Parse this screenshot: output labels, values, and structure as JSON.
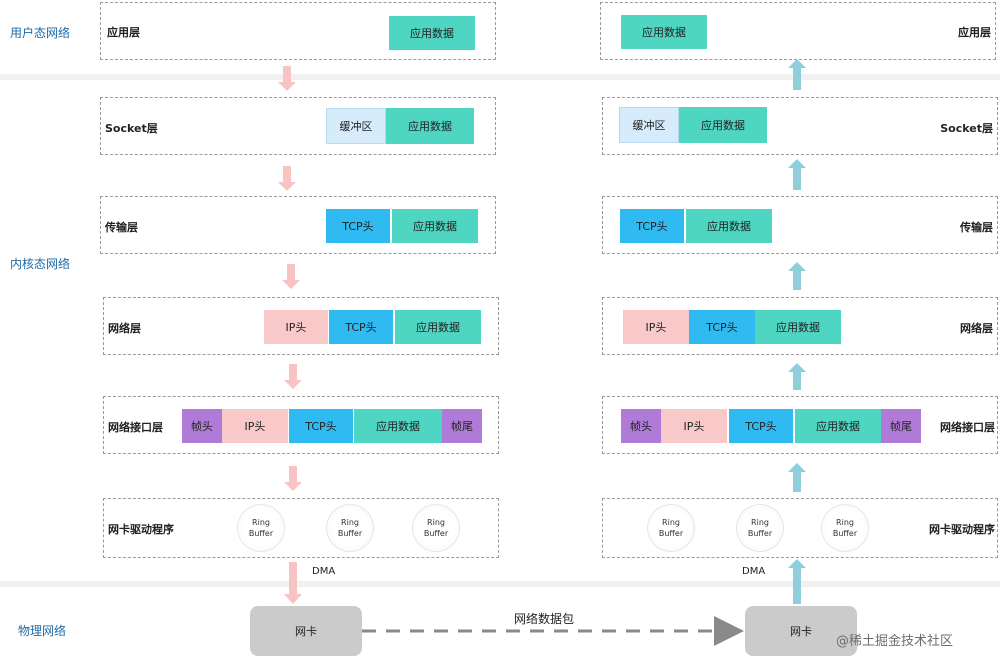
{
  "regions": {
    "user": "用户态网络",
    "kernel": "内核态网络",
    "physical": "物理网络"
  },
  "layers": {
    "app": "应用层",
    "socket": "Socket层",
    "transport": "传输层",
    "network": "网络层",
    "link": "网络接口层",
    "driver": "网卡驱动程序"
  },
  "blocks": {
    "app_data": "应用数据",
    "buffer": "缓冲区",
    "tcp_header": "TCP头",
    "ip_header": "IP头",
    "frame_header": "帧头",
    "frame_trailer": "帧尾"
  },
  "ring_buffer": "Ring Buffer",
  "dma": "DMA",
  "nic": "网卡",
  "packet_label": "网络数据包",
  "watermark": "@稀土掘金技术社区",
  "colors": {
    "app_data": "#4fd6c3",
    "tcp_header": "#2fbbf2",
    "ip_header": "#f9c9c9",
    "frame": "#b07ad8",
    "buffer": "#d6ecfb",
    "down_arrow": "#f7c3c3",
    "up_arrow": "#8fcfdc",
    "region_label": "#1f6aa5"
  }
}
